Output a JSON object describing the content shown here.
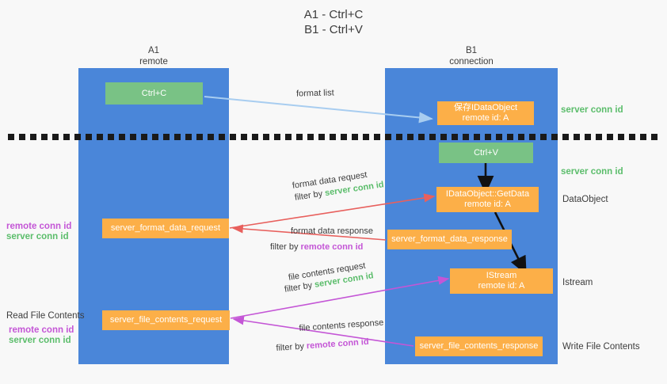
{
  "title": "A1 - Ctrl+C\nB1 - Ctrl+V",
  "columns": {
    "left": {
      "name": "A1",
      "sub": "remote",
      "label": "A1\nremote"
    },
    "right": {
      "name": "B1",
      "sub": "connection",
      "label": "B1\nconnection"
    }
  },
  "colors": {
    "lane": "#4a86d9",
    "green_node": "#79c285",
    "orange_node": "#fcaf48",
    "server_conn_id": "#5bbd6b",
    "remote_conn_id": "#c456d6",
    "arrow_format_list": "#a8cdf0",
    "arrow_format_data": "#e8605d",
    "arrow_file_contents": "#c456d6",
    "arrow_internal": "#111111",
    "background": "#f8f8f8"
  },
  "nodes": {
    "ctrl_c": {
      "label": "Ctrl+C"
    },
    "ctrl_v": {
      "label": "Ctrl+V"
    },
    "save_idataobject": {
      "line1": "保存IDataObject",
      "line2": "remote id: A"
    },
    "getdata": {
      "line1": "IDataObject::GetData",
      "line2": "remote id: A"
    },
    "istream": {
      "line1": "IStream",
      "line2": "remote id: A"
    },
    "server_format_data_request": {
      "label": "server_format_data_request"
    },
    "server_format_data_response": {
      "label": "server_format_data_response"
    },
    "server_file_contents_request": {
      "label": "server_file_contents_request"
    },
    "server_file_contents_response": {
      "label": "server_file_contents_response"
    }
  },
  "right_labels": {
    "server_conn_id_top": "server conn id",
    "server_conn_id_second": "server conn id",
    "dataobject": "DataObject",
    "istream": "Istream",
    "write_file_contents": "Write File Contents"
  },
  "left_labels": {
    "remote_conn_id_1": "remote conn id",
    "server_conn_id_1": "server conn id",
    "read_file_contents": "Read File Contents",
    "remote_conn_id_2": "remote conn id",
    "server_conn_id_2": "server conn id"
  },
  "edges": {
    "format_list": {
      "label": "format list"
    },
    "format_data_request": {
      "label": "format data request",
      "filter_prefix": "filter by ",
      "filter_key": "server conn id"
    },
    "format_data_response": {
      "label": "format data response",
      "filter_prefix": "filter by ",
      "filter_key": "remote conn id"
    },
    "file_contents_request": {
      "label": "file contents request",
      "filter_prefix": "filter by ",
      "filter_key": "server conn id"
    },
    "file_contents_response": {
      "label": "file contents response",
      "filter_prefix": "filter by ",
      "filter_key": "remote conn id"
    }
  }
}
